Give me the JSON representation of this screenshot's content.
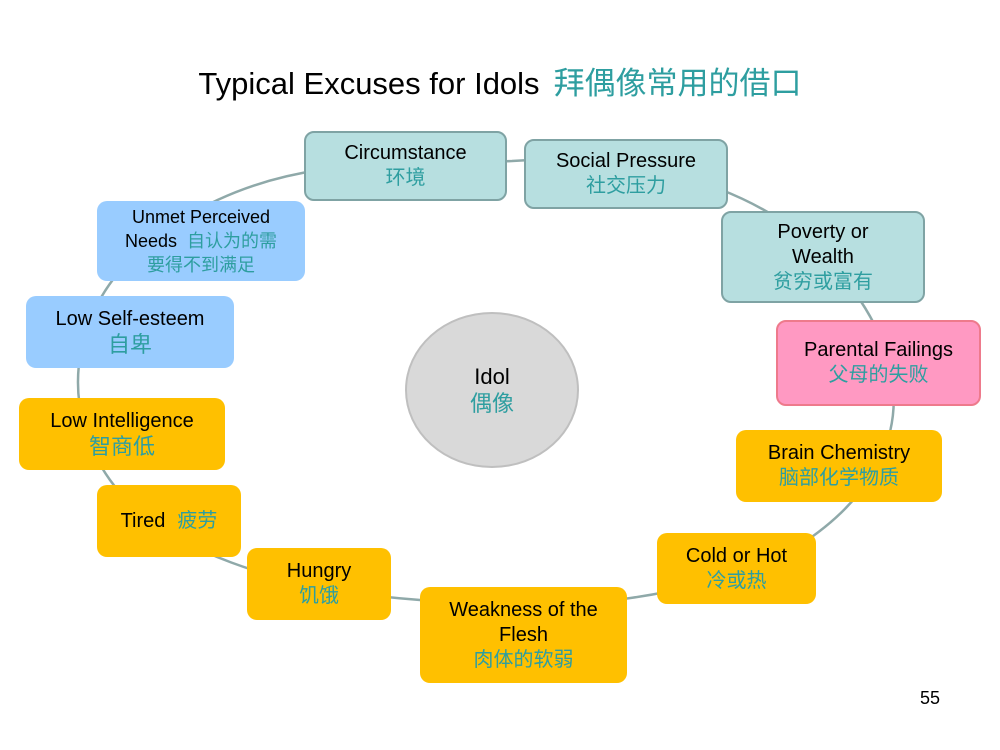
{
  "title": {
    "en": "Typical Excuses for Idols",
    "zh": "拜偶像常用的借口"
  },
  "center": {
    "en": "Idol",
    "zh": "偶像"
  },
  "nodes": {
    "circumstance": {
      "en": "Circumstance",
      "zh": "环境"
    },
    "social_pressure": {
      "en": "Social Pressure",
      "zh": "社交压力"
    },
    "poverty_wealth": {
      "en1": "Poverty or",
      "en2": "Wealth",
      "zh": "贫穷或富有"
    },
    "parental_failings": {
      "en": "Parental Failings",
      "zh": "父母的失败"
    },
    "brain_chemistry": {
      "en": "Brain Chemistry",
      "zh": "脑部化学物质"
    },
    "cold_hot": {
      "en": "Cold or Hot",
      "zh": "冷或热"
    },
    "weakness_flesh": {
      "en1": "Weakness of the",
      "en2": "Flesh",
      "zh": "肉体的软弱"
    },
    "hungry": {
      "en": "Hungry",
      "zh": "饥饿"
    },
    "tired": {
      "en": "Tired",
      "zh": "疲劳"
    },
    "low_intelligence": {
      "en": "Low Intelligence",
      "zh": "智商低"
    },
    "low_self_esteem": {
      "en": "Low Self-esteem",
      "zh": "自卑"
    },
    "unmet_needs": {
      "en1": "Unmet Perceived",
      "en2": "Needs",
      "zh1": "自认为的需",
      "zh2": "要得不到满足"
    }
  },
  "colors": {
    "teal": "#b7dfe0",
    "blue": "#99ccff",
    "orange": "#ffc000",
    "pink": "#ff99c2",
    "chinese_text": "#2e9ea0",
    "center": "#d9d9d9"
  },
  "page_number": "55"
}
